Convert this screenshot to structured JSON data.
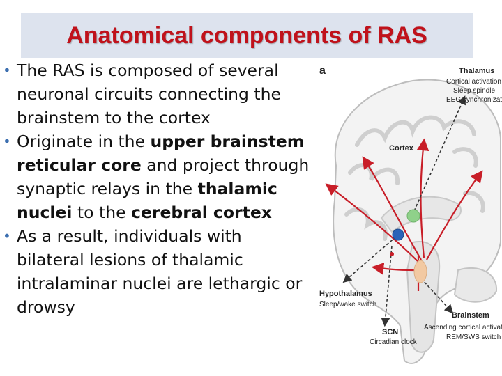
{
  "title": "Anatomical components of RAS",
  "bullets": [
    {
      "text": "The RAS is composed of several neuronal circuits connecting the brainstem  to the cortex"
    },
    {
      "t1": "Originate in the ",
      "b1": "upper brainstem reticular core",
      "t2": " and project through synaptic relays in the ",
      "b2": "thalamic nuclei",
      "t3": " to the ",
      "b3": "cerebral cortex"
    },
    {
      "text": "As a result, individuals with bilateral lesions of thalamic intralaminar nuclei are lethargic or drowsy"
    }
  ],
  "figure": {
    "panel": "a",
    "thalamus": {
      "title": "Thalamus",
      "line1": "Cortical activation",
      "line2": "Sleep spindle",
      "line3": "EEG synchronization"
    },
    "cortex": "Cortex",
    "hypothalamus": {
      "title": "Hypothalamus",
      "line1": "Sleep/wake switch"
    },
    "brainstem": {
      "title": "Brainstem",
      "line1": "Ascending cortical activation",
      "line2": "REM/SWS switch"
    },
    "scn": {
      "title": "SCN",
      "line1": "Circadian clock"
    }
  },
  "colors": {
    "title": "#c0121b",
    "bullet": "#3c6fb0",
    "arrow": "#c81e28",
    "thalamus_dot": "#8fd18a",
    "hypothalamus_dot": "#2a63b8",
    "brainstem_dot": "#f2c9a2"
  }
}
